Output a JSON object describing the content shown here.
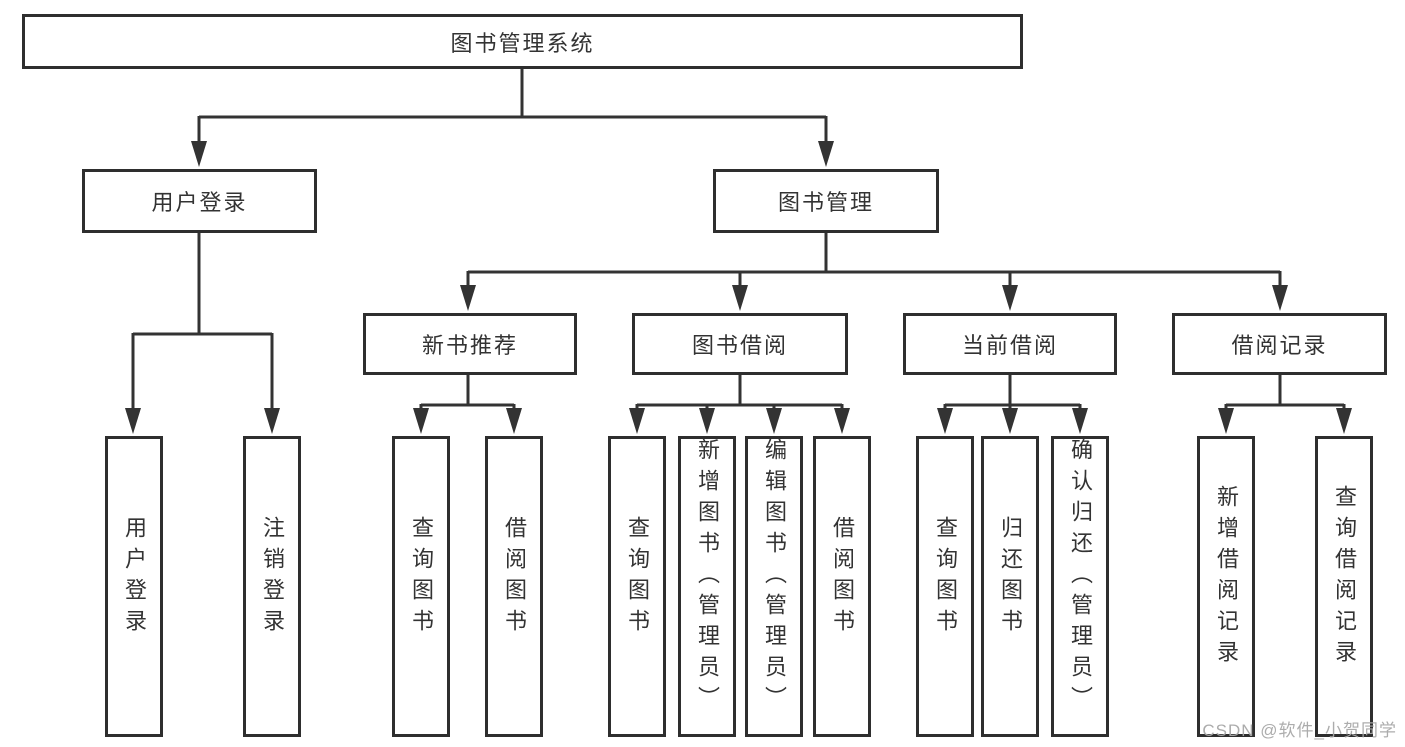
{
  "tree": {
    "root": {
      "label": "图书管理系统",
      "children": [
        {
          "label": "用户登录",
          "children": [
            {
              "label": "用户登录"
            },
            {
              "label": "注销登录"
            }
          ]
        },
        {
          "label": "图书管理",
          "children": [
            {
              "label": "新书推荐",
              "children": [
                {
                  "label": "查询图书"
                },
                {
                  "label": "借阅图书"
                }
              ]
            },
            {
              "label": "图书借阅",
              "children": [
                {
                  "label": "查询图书"
                },
                {
                  "label": "新增图书（管理员）"
                },
                {
                  "label": "编辑图书（管理员）"
                },
                {
                  "label": "借阅图书"
                }
              ]
            },
            {
              "label": "当前借阅",
              "children": [
                {
                  "label": "查询图书"
                },
                {
                  "label": "归还图书"
                },
                {
                  "label": "确认归还（管理员）"
                }
              ]
            },
            {
              "label": "借阅记录",
              "children": [
                {
                  "label": "新增借阅记录"
                },
                {
                  "label": "查询借阅记录"
                }
              ]
            }
          ]
        }
      ]
    }
  },
  "watermark": "CSDN @软件_小贺同学",
  "colors": {
    "line": "#333333",
    "box_border": "#2e2e2e",
    "background": "#ffffff",
    "text": "#333333",
    "watermark": "#a8a8a8"
  }
}
